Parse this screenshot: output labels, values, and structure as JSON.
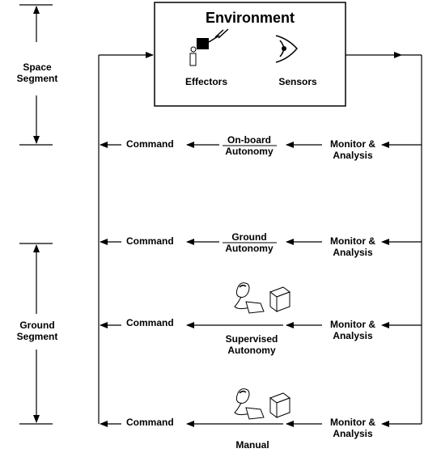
{
  "environment": {
    "title": "Environment",
    "effectors_label": "Effectors",
    "sensors_label": "Sensors",
    "effectors_icon": "robot-arm-icon",
    "sensors_icon": "eye-icon"
  },
  "segments": {
    "space_line1": "Space",
    "space_line2": "Segment",
    "ground_line1": "Ground",
    "ground_line2": "Segment"
  },
  "rows": [
    {
      "command": "Command",
      "autonomy_line1": "On-board",
      "autonomy_line2": "Autonomy",
      "monitor_line1": "Monitor &",
      "monitor_line2": "Analysis"
    },
    {
      "command": "Command",
      "autonomy_line1": "Ground",
      "autonomy_line2": "Autonomy",
      "monitor_line1": "Monitor &",
      "monitor_line2": "Analysis"
    },
    {
      "command": "Command",
      "autonomy_line1": "Supervised",
      "autonomy_line2": "Autonomy",
      "monitor_line1": "Monitor &",
      "monitor_line2": "Analysis",
      "operator_icon": "operator-at-workstation-icon"
    },
    {
      "command": "Command",
      "autonomy_line1": "Manual",
      "monitor_line1": "Monitor &",
      "monitor_line2": "Analysis",
      "operator_icon": "operator-at-workstation-icon"
    }
  ]
}
